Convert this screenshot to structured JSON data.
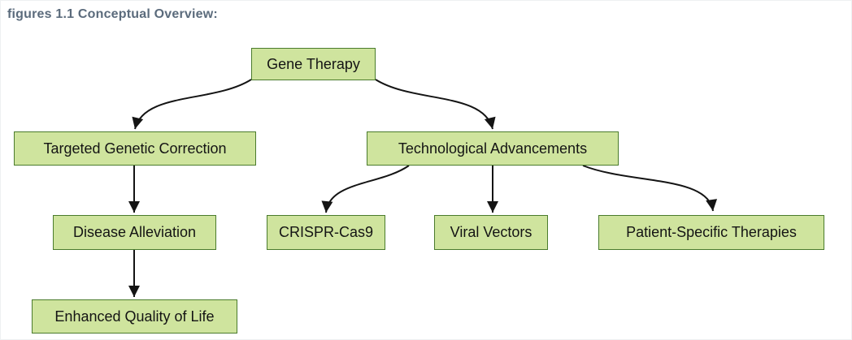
{
  "title": "figures 1.1 Conceptual Overview:",
  "colors": {
    "background": "#ffffff",
    "title_text": "#5b6b7c",
    "node_fill": "#cfe49e",
    "node_border": "#4a7b2c",
    "node_text": "#141414",
    "arrow": "#141414"
  },
  "diagram": {
    "type": "flowchart-top-down",
    "nodes": [
      {
        "id": "gene-therapy",
        "label": "Gene Therapy"
      },
      {
        "id": "targeted-genetic-correction",
        "label": "Targeted Genetic Correction"
      },
      {
        "id": "technological-advancements",
        "label": "Technological Advancements"
      },
      {
        "id": "disease-alleviation",
        "label": "Disease Alleviation"
      },
      {
        "id": "crispr-cas9",
        "label": "CRISPR-Cas9"
      },
      {
        "id": "viral-vectors",
        "label": "Viral Vectors"
      },
      {
        "id": "patient-specific-therapies",
        "label": "Patient-Specific Therapies"
      },
      {
        "id": "enhanced-quality-of-life",
        "label": "Enhanced Quality of Life"
      }
    ],
    "edges": [
      {
        "from": "gene-therapy",
        "to": "targeted-genetic-correction"
      },
      {
        "from": "gene-therapy",
        "to": "technological-advancements"
      },
      {
        "from": "targeted-genetic-correction",
        "to": "disease-alleviation"
      },
      {
        "from": "disease-alleviation",
        "to": "enhanced-quality-of-life"
      },
      {
        "from": "technological-advancements",
        "to": "crispr-cas9"
      },
      {
        "from": "technological-advancements",
        "to": "viral-vectors"
      },
      {
        "from": "technological-advancements",
        "to": "patient-specific-therapies"
      }
    ]
  }
}
